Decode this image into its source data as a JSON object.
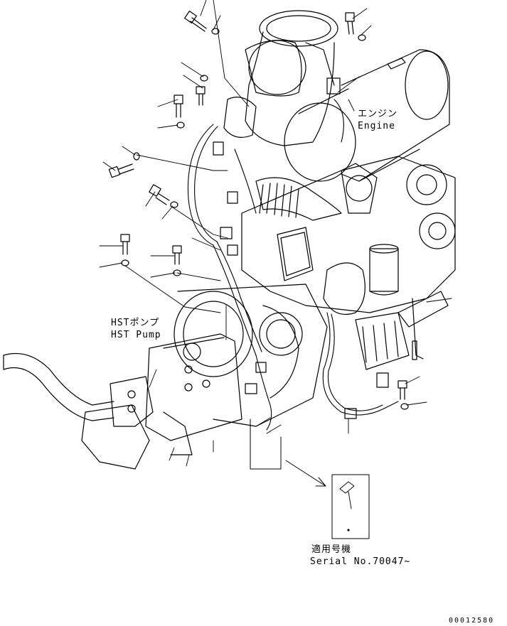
{
  "labels": {
    "engine_ja": "エンジン",
    "engine_en": "Engine",
    "hst_ja": "HSTポンプ",
    "hst_en": "HST Pump",
    "serial_ja": "適用号機",
    "serial_en": "Serial No.70047~",
    "drawing_no": "00012580"
  }
}
